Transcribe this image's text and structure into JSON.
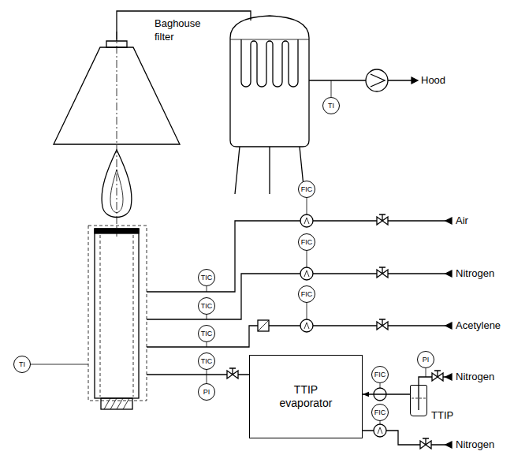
{
  "diagram": {
    "nodes": [
      {
        "text": [
          "Baghouse filter"
        ]
      },
      {
        "text": [
          "TI"
        ]
      },
      {
        "text": [
          "FIC"
        ]
      },
      {
        "text": [
          "FIC"
        ]
      },
      {
        "text": [
          "TIC"
        ]
      },
      {
        "text": [
          "FIC"
        ]
      },
      {
        "text": [
          "TIC"
        ]
      },
      {
        "text": [
          "TIC"
        ]
      },
      {
        "text": [
          "TTIP evaporator"
        ]
      },
      {
        "text": [
          "PI"
        ]
      },
      {
        "text": [
          "TIC"
        ]
      },
      {
        "text": [
          "TI"
        ]
      },
      {
        "text": [
          "FIC"
        ]
      },
      {
        "text": [
          "TTIP"
        ]
      },
      {
        "text": [
          "PI"
        ]
      },
      {
        "text": [
          "FIC"
        ]
      }
    ],
    "edges": [
      {
        "from": 13,
        "to": 8,
        "arrow": "to"
      }
    ],
    "labels": [
      "Hood",
      "Air",
      "Nitrogen",
      "Acetylene",
      "Nitrogen",
      "Nitrogen"
    ]
  }
}
